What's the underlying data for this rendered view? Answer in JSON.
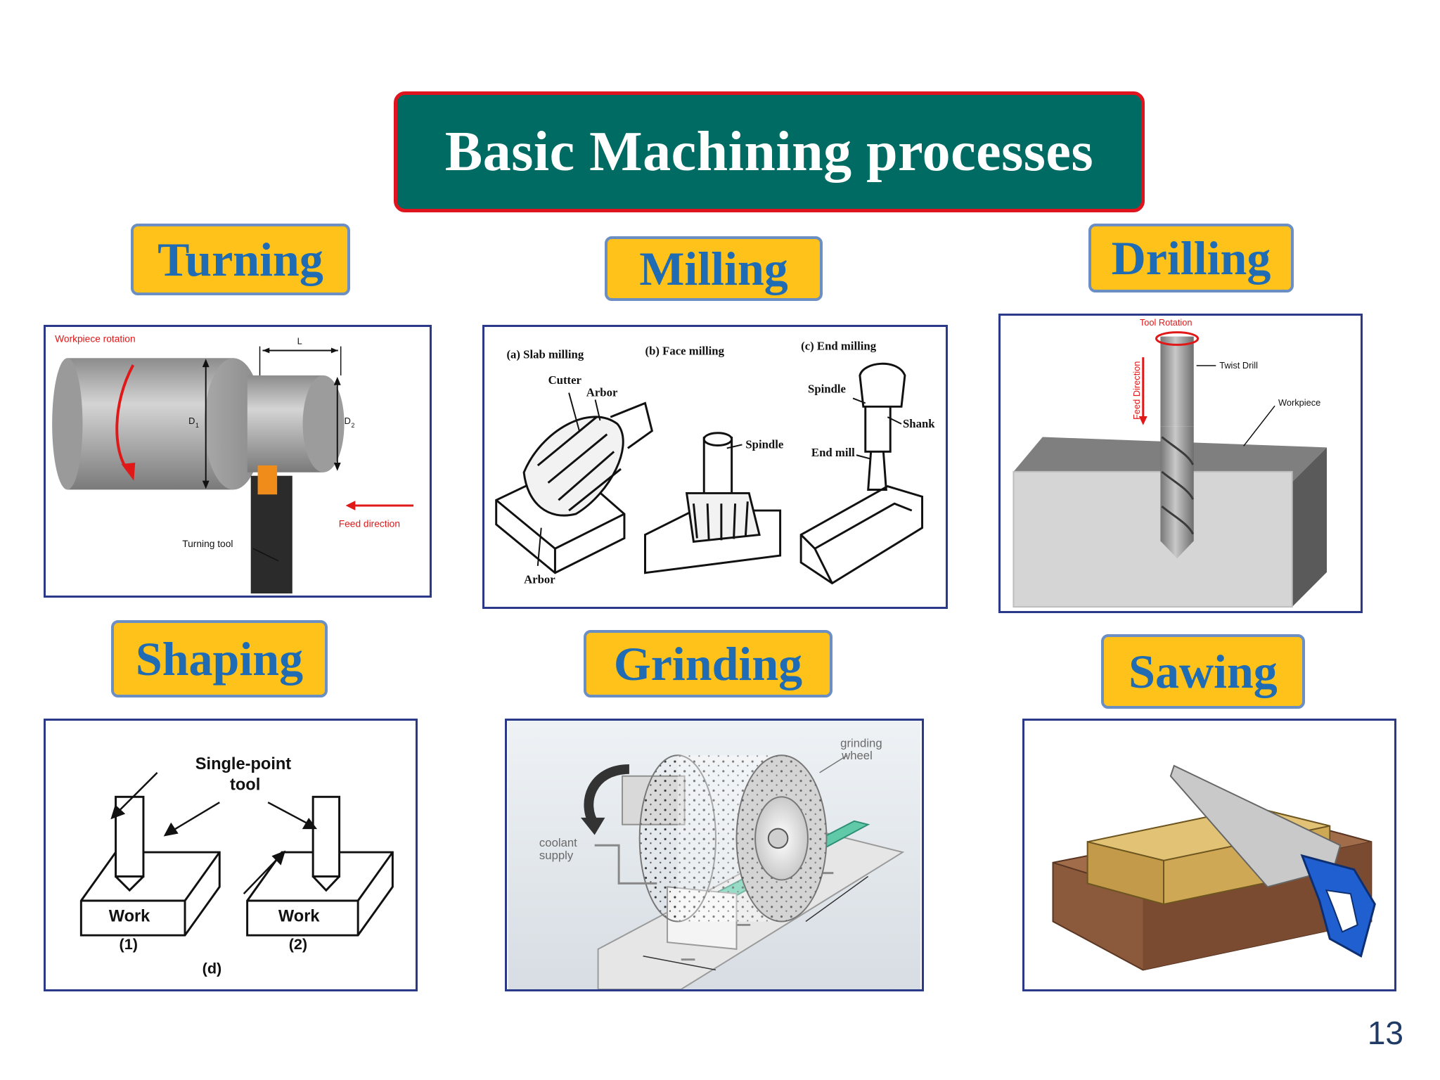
{
  "slide": {
    "title": "Basic Machining processes",
    "page_number": "13"
  },
  "colors": {
    "title_bg": "#006b63",
    "title_border": "#e0141e",
    "label_bg": "#ffc21a",
    "label_text": "#1f6cb4",
    "panel_border": "#2a3a8a"
  },
  "processes": {
    "turning": {
      "label": "Turning",
      "diagram": {
        "workpiece_rotation": "Workpiece rotation",
        "length": "L",
        "d1": "D",
        "d1_sub": "1",
        "d2": "D",
        "d2_sub": "2",
        "feed_direction": "Feed direction",
        "turning_tool": "Turning tool"
      }
    },
    "milling": {
      "label": "Milling",
      "diagram": {
        "slab": "(a) Slab milling",
        "face": "(b) Face milling",
        "end": "(c) End milling",
        "cutter": "Cutter",
        "arbor_top": "Arbor",
        "arbor_bottom": "Arbor",
        "spindle_b": "Spindle",
        "spindle_c": "Spindle",
        "shank": "Shank",
        "end_mill": "End mill"
      }
    },
    "drilling": {
      "label": "Drilling",
      "diagram": {
        "tool_rotation": "Tool Rotation",
        "twist_drill": "Twist Drill",
        "workpiece": "Workpiece",
        "feed_direction": "Feed Direction"
      }
    },
    "shaping": {
      "label": "Shaping",
      "diagram": {
        "tool_line1": "Single-point",
        "tool_line2": "tool",
        "work1": "Work",
        "work2": "Work",
        "num1": "(1)",
        "num2": "(2)",
        "fig": "(d)"
      }
    },
    "grinding": {
      "label": "Grinding",
      "diagram": {
        "wheel_line1": "grinding",
        "wheel_line2": "wheel",
        "coolant_line1": "coolant",
        "coolant_line2": "supply"
      }
    },
    "sawing": {
      "label": "Sawing"
    }
  }
}
